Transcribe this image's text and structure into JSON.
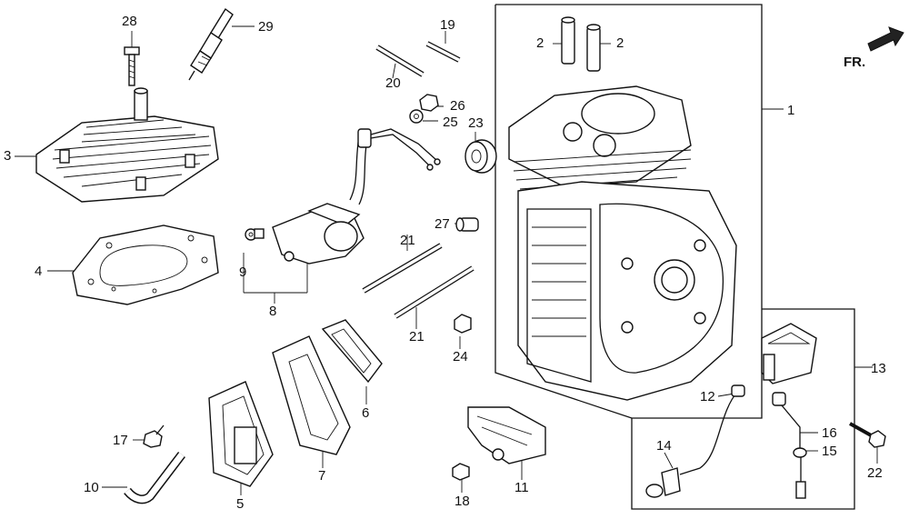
{
  "diagram": {
    "direction_label": "FR.",
    "callouts": [
      {
        "id": "c1",
        "text": "1"
      },
      {
        "id": "c2a",
        "text": "2"
      },
      {
        "id": "c2b",
        "text": "2"
      },
      {
        "id": "c3",
        "text": "3"
      },
      {
        "id": "c4",
        "text": "4"
      },
      {
        "id": "c5",
        "text": "5"
      },
      {
        "id": "c6",
        "text": "6"
      },
      {
        "id": "c7",
        "text": "7"
      },
      {
        "id": "c8",
        "text": "8"
      },
      {
        "id": "c9",
        "text": "9"
      },
      {
        "id": "c10",
        "text": "10"
      },
      {
        "id": "c11",
        "text": "11"
      },
      {
        "id": "c12",
        "text": "12"
      },
      {
        "id": "c13",
        "text": "13"
      },
      {
        "id": "c14",
        "text": "14"
      },
      {
        "id": "c15",
        "text": "15"
      },
      {
        "id": "c16",
        "text": "16"
      },
      {
        "id": "c17",
        "text": "17"
      },
      {
        "id": "c18",
        "text": "18"
      },
      {
        "id": "c19",
        "text": "19"
      },
      {
        "id": "c20",
        "text": "20"
      },
      {
        "id": "c21a",
        "text": "21"
      },
      {
        "id": "c21b",
        "text": "21"
      },
      {
        "id": "c22",
        "text": "22"
      },
      {
        "id": "c23",
        "text": "23"
      },
      {
        "id": "c24",
        "text": "24"
      },
      {
        "id": "c25",
        "text": "25"
      },
      {
        "id": "c26",
        "text": "26"
      },
      {
        "id": "c27",
        "text": "27"
      },
      {
        "id": "c28",
        "text": "28"
      },
      {
        "id": "c29",
        "text": "29"
      }
    ]
  }
}
